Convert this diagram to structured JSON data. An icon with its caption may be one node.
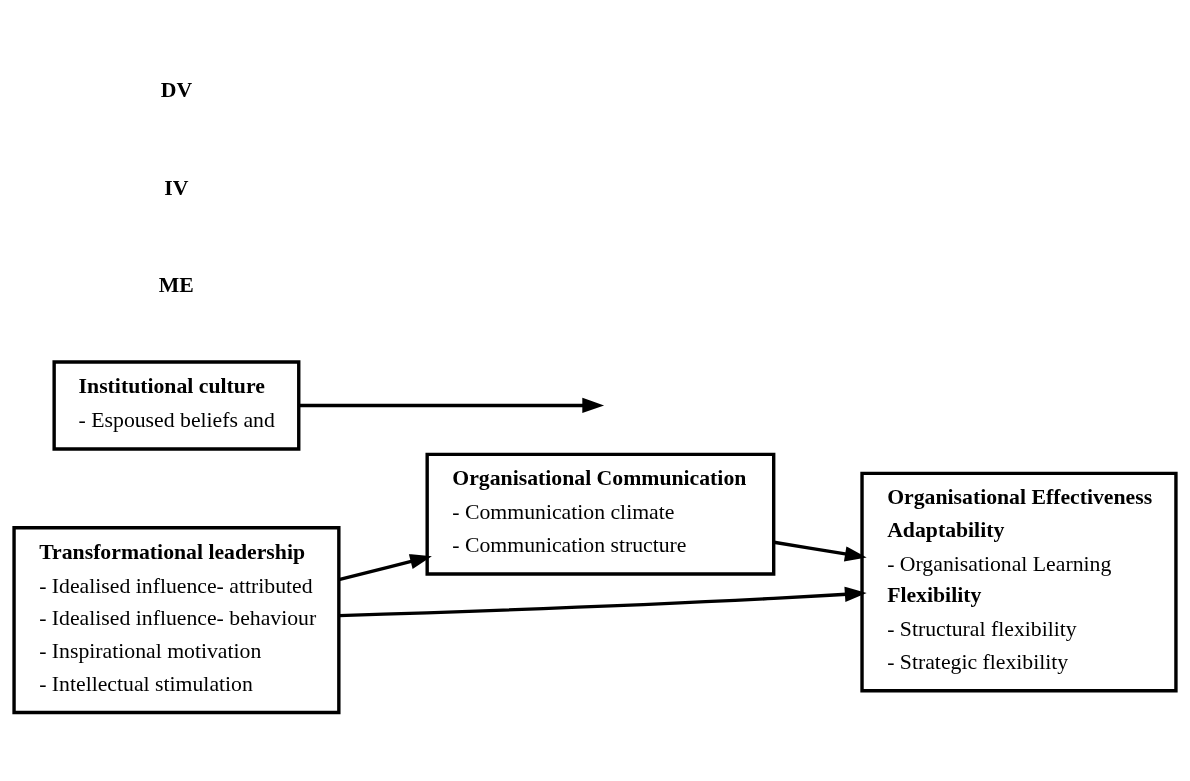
{
  "diagram": {
    "nodes": [
      {
        "text": [
          "Transformational leadership",
          "- Idealised influence- attributed",
          "- Idealised influence- behaviour",
          "- Inspirational motivation",
          "- Intellectual stimulation"
        ]
      },
      {
        "text": [
          "Organisational Communication",
          "- Communication climate",
          "- Communication structure"
        ]
      },
      {
        "text": [
          "Organisational Effectiveness",
          "Adaptability",
          "- Organisational Learning",
          "Flexibility",
          "- Structural flexibility",
          "- Strategic flexibility"
        ]
      },
      {
        "text": [
          "Institutional culture",
          "- Espoused beliefs and"
        ]
      }
    ],
    "edges": [
      {
        "from": 0,
        "to": 1,
        "arrow": "to"
      },
      {
        "from": 1,
        "to": 2,
        "arrow": "to"
      },
      {
        "from": 0,
        "to": 2,
        "arrow": "to"
      },
      {
        "from": 3,
        "to": null,
        "arrow": "to"
      }
    ],
    "labels": [
      "ME",
      "IV",
      "DV"
    ]
  }
}
